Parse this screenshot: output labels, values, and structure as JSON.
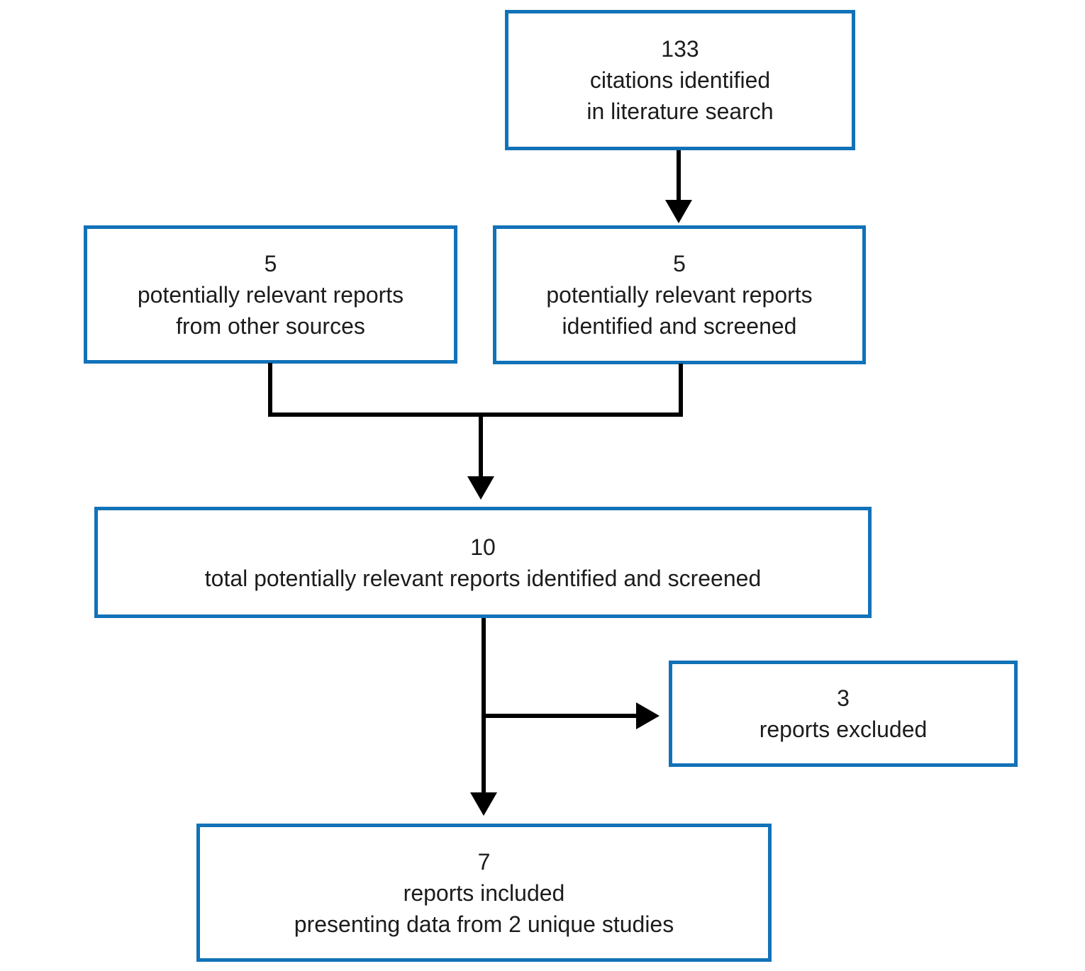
{
  "colors": {
    "box_border": "#1272b8",
    "box_fill": "#ffffff",
    "connector": "#000000",
    "text": "#1c1c1c",
    "background": "#ffffff"
  },
  "nodes": {
    "citations": {
      "lines": [
        "133",
        "citations identified",
        "in literature search"
      ]
    },
    "other_sources": {
      "lines": [
        "5",
        "potentially relevant reports",
        "from other sources"
      ]
    },
    "screened": {
      "lines": [
        "5",
        "potentially relevant reports",
        "identified and screened"
      ]
    },
    "total": {
      "lines": [
        "10",
        "total potentially relevant reports identified and screened"
      ]
    },
    "excluded": {
      "lines": [
        "3",
        "reports excluded"
      ]
    },
    "included": {
      "lines": [
        "7",
        "reports included",
        "presenting data from 2 unique studies"
      ]
    }
  },
  "edges": [
    {
      "from": "citations",
      "to": "screened",
      "type": "arrow-down"
    },
    {
      "from": "other_sources",
      "to": "total",
      "type": "merge-arrow-down"
    },
    {
      "from": "screened",
      "to": "total",
      "type": "merge-arrow-down"
    },
    {
      "from": "total",
      "to": "excluded",
      "type": "branch-arrow-right"
    },
    {
      "from": "total",
      "to": "included",
      "type": "arrow-down"
    }
  ]
}
